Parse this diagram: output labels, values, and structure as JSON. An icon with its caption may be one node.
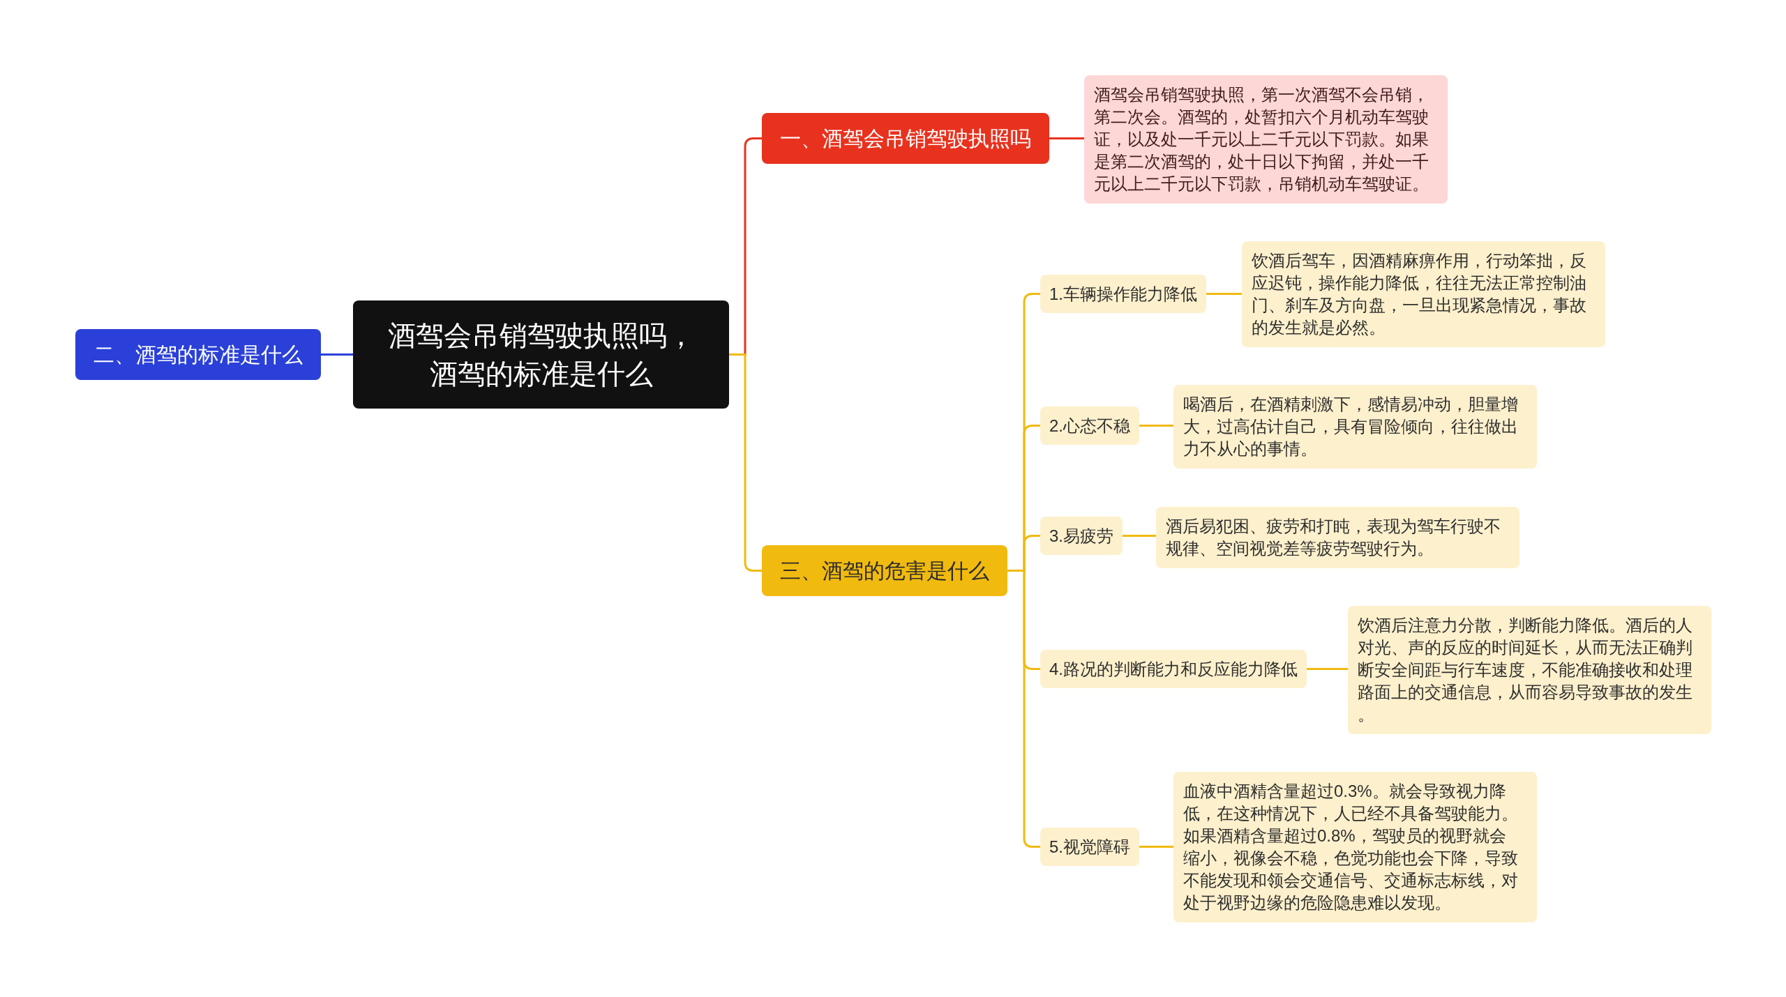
{
  "diagram": {
    "nodes": [
      {
        "text": [
          "酒驾会吊销驾驶执照吗，酒驾的标准是什么"
        ]
      },
      {
        "text": [
          "一、酒驾会吊销驾驶执照吗"
        ]
      },
      {
        "text": [
          "酒驾会吊销驾驶执照，第一次酒驾不会吊销，第二次会。酒驾的，处暂扣六个月机动车驾驶证，以及处一千元以上二千元以下罚款。如果是第二次酒驾的，处十日以下拘留，并处一千元以上二千元以下罚款，吊销机动车驾驶证。"
        ]
      },
      {
        "text": [
          "二、酒驾的标准是什么"
        ]
      },
      {
        "text": [
          "三、酒驾的危害是什么"
        ]
      },
      {
        "text": [
          "1.车辆操作能力降低"
        ]
      },
      {
        "text": [
          "饮酒后驾车，因酒精麻痹作用，行动笨拙，反应迟钝，操作能力降低，往往无法正常控制油门、刹车及方向盘，一旦出现紧急情况，事故的发生就是必然。"
        ]
      },
      {
        "text": [
          "2.心态不稳"
        ]
      },
      {
        "text": [
          "喝酒后，在酒精刺激下，感情易冲动，胆量增大，过高估计自己，具有冒险倾向，往往做出力不从心的事情。"
        ]
      },
      {
        "text": [
          "3.易疲劳"
        ]
      },
      {
        "text": [
          "酒后易犯困、疲劳和打盹，表现为驾车行驶不规律、空间视觉差等疲劳驾驶行为。"
        ]
      },
      {
        "text": [
          "4.路况的判断能力和反应能力降低"
        ]
      },
      {
        "text": [
          "饮酒后注意力分散，判断能力降低。酒后的人对光、声的反应的时间延长，从而无法正确判断安全间距与行车速度，不能准确接收和处理路面上的交通信息，从而容易导致事故的发生。"
        ]
      },
      {
        "text": [
          "5.视觉障碍"
        ]
      },
      {
        "text": [
          "血液中酒精含量超过0.3%。就会导致视力降低，在这种情况下，人已经不具备驾驶能力。如果酒精含量超过0.8%，驾驶员的视野就会缩小，视像会不稳，色觉功能也会下降，导致不能发现和领会交通信号、交通标志标线，对处于视野边缘的危险隐患难以发现。"
        ]
      }
    ],
    "edges": [
      {
        "from": 0,
        "to": 1,
        "arrow": "none",
        "color": "#e8321e"
      },
      {
        "from": 1,
        "to": 2,
        "arrow": "none",
        "color": "#e8321e"
      },
      {
        "from": 0,
        "to": 3,
        "arrow": "none",
        "color": "#2a40d8"
      },
      {
        "from": 0,
        "to": 4,
        "arrow": "none"
      },
      {
        "from": 4,
        "to": 5,
        "arrow": "none"
      },
      {
        "from": 5,
        "to": 6,
        "arrow": "none"
      },
      {
        "from": 4,
        "to": 7,
        "arrow": "none"
      },
      {
        "from": 7,
        "to": 8,
        "arrow": "none"
      },
      {
        "from": 4,
        "to": 9,
        "arrow": "none"
      },
      {
        "from": 9,
        "to": 10,
        "arrow": "none"
      },
      {
        "from": 4,
        "to": 11,
        "arrow": "none"
      },
      {
        "from": 11,
        "to": 12,
        "arrow": "none"
      },
      {
        "from": 4,
        "to": 13,
        "arrow": "none"
      },
      {
        "from": 13,
        "to": 14,
        "arrow": "none"
      }
    ]
  }
}
